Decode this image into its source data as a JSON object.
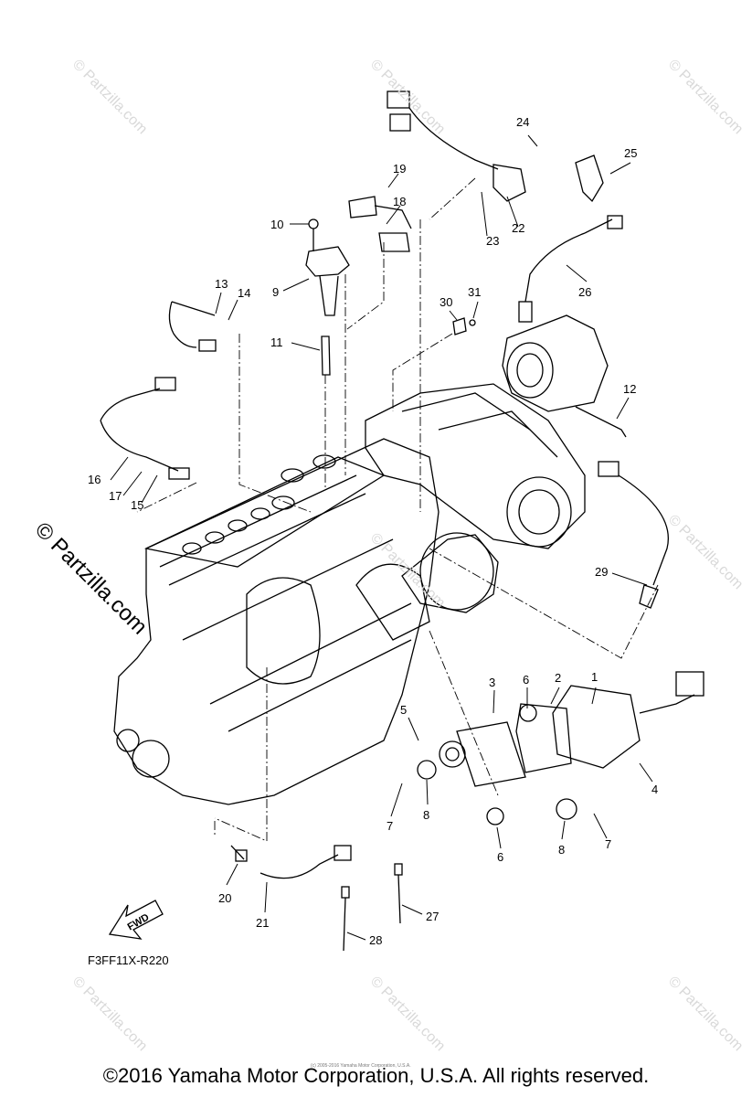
{
  "callouts": [
    "1",
    "2",
    "3",
    "4",
    "5",
    "6",
    "6",
    "7",
    "7",
    "8",
    "8",
    "9",
    "10",
    "11",
    "12",
    "13",
    "14",
    "15",
    "16",
    "17",
    "18",
    "19",
    "20",
    "21",
    "22",
    "23",
    "24",
    "25",
    "26",
    "27",
    "28",
    "29",
    "30",
    "31"
  ],
  "diagram_code": "F3FF11X-R220",
  "fwd_label": "FWD",
  "watermark": "© Partzilla.com",
  "tiny_copyright": "(c) 2005-2016 Yamaha Motor Corporation, U.S.A.",
  "copyright": "©2016 Yamaha Motor Corporation, U.S.A. All rights reserved."
}
